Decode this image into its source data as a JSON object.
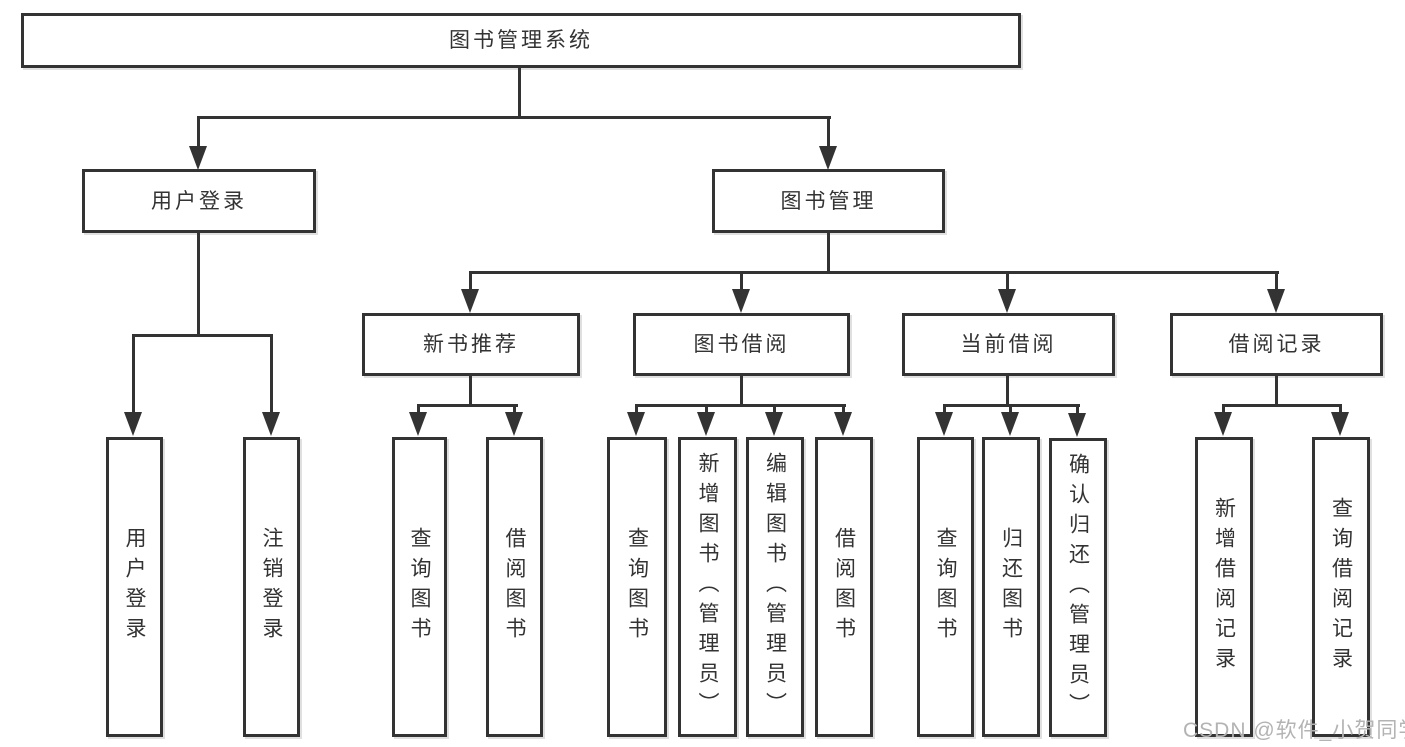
{
  "diagram": {
    "root": "图书管理系统",
    "level2": [
      "用户登录",
      "图书管理"
    ],
    "level3": [
      "新书推荐",
      "图书借阅",
      "当前借阅",
      "借阅记录"
    ],
    "leaves": {
      "user_login": [
        "用户登录",
        "注销登录"
      ],
      "new_book": [
        "查询图书",
        "借阅图书"
      ],
      "book_borrow": [
        "查询图书",
        "新增图书（管理员）",
        "编辑图书（管理员）",
        "借阅图书"
      ],
      "current_borrow": [
        "查询图书",
        "归还图书",
        "确认归还（管理员）"
      ],
      "borrow_record": [
        "新增借阅记录",
        "查询借阅记录"
      ]
    },
    "colors": {
      "line": "#333333",
      "text": "#333333",
      "background": "#ffffff",
      "watermark": "#b3b3b3"
    }
  },
  "watermark": {
    "text": "CSDN @软件_小贺同学"
  }
}
